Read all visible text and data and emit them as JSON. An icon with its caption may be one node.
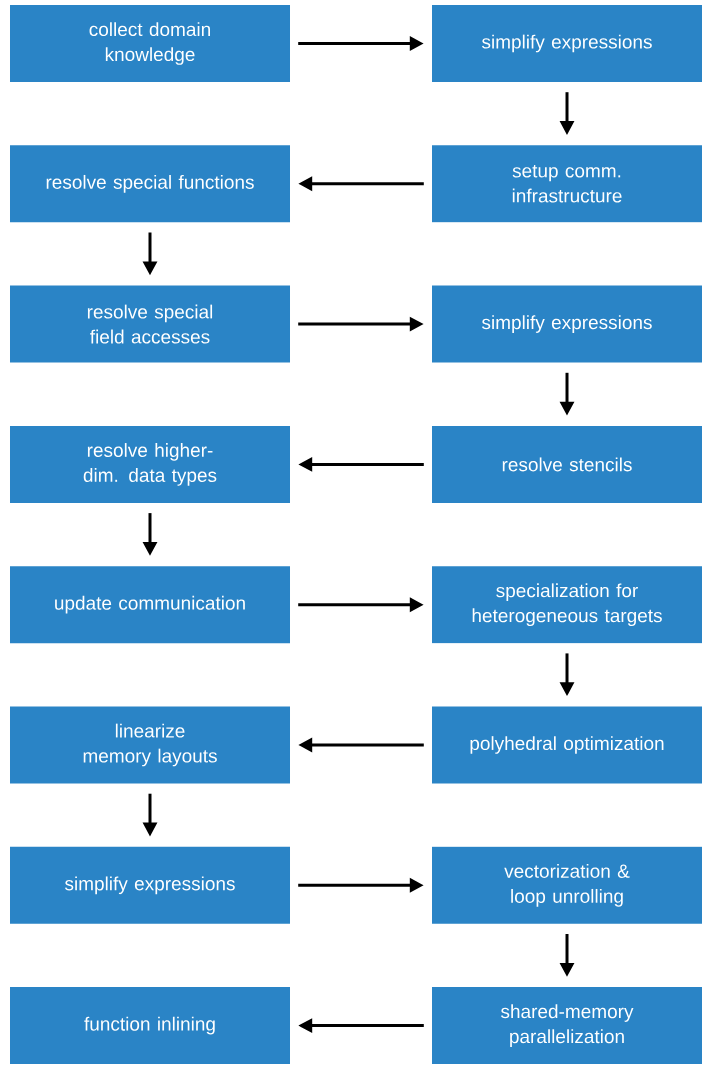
{
  "diagram": {
    "nodes": [
      {
        "text": [
          "collect domain knowledge"
        ]
      },
      {
        "text": [
          "simplify expressions"
        ]
      },
      {
        "text": [
          "resolve special functions"
        ]
      },
      {
        "text": [
          "setup comm. infrastructure"
        ]
      },
      {
        "text": [
          "resolve special field accesses"
        ]
      },
      {
        "text": [
          "simplify expressions"
        ]
      },
      {
        "text": [
          "resolve higher-dim. data types"
        ]
      },
      {
        "text": [
          "resolve stencils"
        ]
      },
      {
        "text": [
          "update communication"
        ]
      },
      {
        "text": [
          "specialization for heterogeneous targets"
        ]
      },
      {
        "text": [
          "linearize memory layouts"
        ]
      },
      {
        "text": [
          "polyhedral optimization"
        ]
      },
      {
        "text": [
          "simplify expressions"
        ]
      },
      {
        "text": [
          "vectorization & loop unrolling"
        ]
      },
      {
        "text": [
          "function inlining"
        ]
      },
      {
        "text": [
          "shared-memory parallelization"
        ]
      }
    ],
    "edges": [
      {
        "from": 0,
        "to": 1,
        "arrow": "to"
      },
      {
        "from": 1,
        "to": 3,
        "arrow": "to"
      },
      {
        "from": 3,
        "to": 2,
        "arrow": "to"
      },
      {
        "from": 2,
        "to": 4,
        "arrow": "to"
      },
      {
        "from": 4,
        "to": 5,
        "arrow": "to"
      },
      {
        "from": 5,
        "to": 7,
        "arrow": "to"
      },
      {
        "from": 7,
        "to": 6,
        "arrow": "to"
      },
      {
        "from": 6,
        "to": 8,
        "arrow": "to"
      },
      {
        "from": 8,
        "to": 9,
        "arrow": "to"
      },
      {
        "from": 9,
        "to": 11,
        "arrow": "to"
      },
      {
        "from": 11,
        "to": 10,
        "arrow": "to"
      },
      {
        "from": 10,
        "to": 12,
        "arrow": "to"
      },
      {
        "from": 12,
        "to": 13,
        "arrow": "to"
      },
      {
        "from": 13,
        "to": 15,
        "arrow": "to"
      },
      {
        "from": 15,
        "to": 14,
        "arrow": "to"
      }
    ]
  }
}
